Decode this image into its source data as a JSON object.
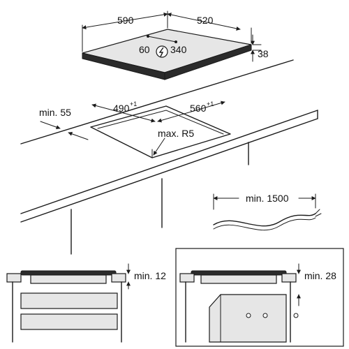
{
  "hob": {
    "width": "590",
    "depth": "520",
    "height": "38",
    "conn_left": "60",
    "conn_right": "340",
    "symbol": "electric-connection-icon"
  },
  "cutout": {
    "width_value": "490",
    "width_tol": "+1",
    "depth_value": "560",
    "depth_tol": "+1",
    "corner_radius": "max. R5",
    "edge_distance": "min. 55"
  },
  "cable": {
    "length": "min. 1500"
  },
  "installs": {
    "drawer_gap": "min. 12",
    "oven_gap": "min. 28"
  }
}
